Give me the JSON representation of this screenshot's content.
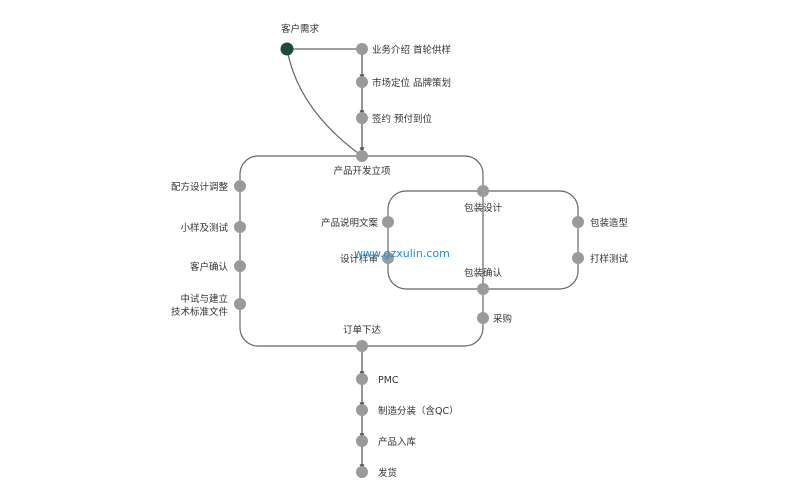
{
  "title": "客户需求",
  "watermark": "www.gzxulin.com",
  "colors": {
    "start_node": "#1f4a3a",
    "node": "#9a9a9a",
    "line": "#666666",
    "watermark": "#1f8fd0"
  },
  "top_steps": [
    "业务介绍  首轮供样",
    "市场定位  品牌策划",
    "签约  预付到位"
  ],
  "project_start": "产品开发立项",
  "left_branch": [
    "配方设计调整",
    "小样及测试",
    "客户确认",
    "中试与建立",
    "技术标准文件"
  ],
  "packaging_design": "包装设计",
  "packaging_left": [
    "产品说明文案",
    "设计样审"
  ],
  "packaging_right": [
    "包装造型",
    "打样测试"
  ],
  "packaging_confirm": "包装确认",
  "procurement": "采购",
  "order": "订单下达",
  "bottom_steps": [
    "PMC",
    "制造分装（含QC）",
    "产品入库",
    "发货"
  ]
}
